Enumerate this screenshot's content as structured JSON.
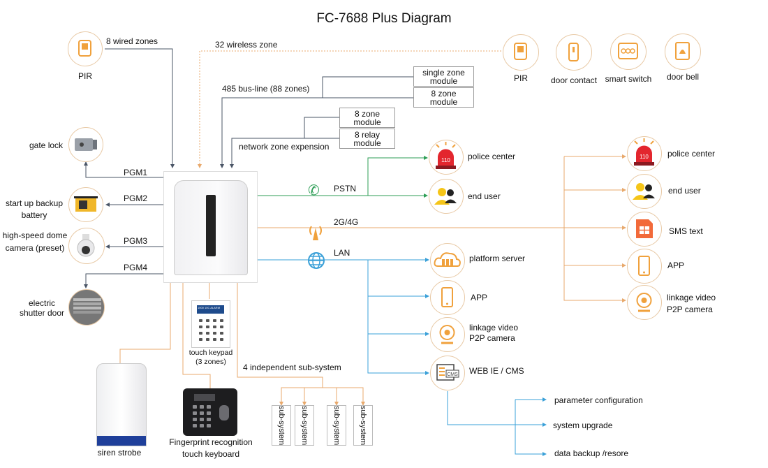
{
  "title": "FC-7688 Plus Diagram",
  "colors": {
    "wire_gray": "#4a5566",
    "wire_orange": "#e8a96c",
    "wire_green": "#2e9e56",
    "wire_blue": "#3aa0d8",
    "icon_orange": "#f0a13c",
    "icon_border": "#e8c9a5"
  },
  "top_inputs": {
    "pir_left": "PIR",
    "wired_zones": "8 wired zones",
    "wireless_zone": "32 wireless zone",
    "bus_line": "485 bus-line (88 zones)",
    "network_expansion": "network zone expension"
  },
  "modules": {
    "single_zone": "single zone\nmodule",
    "eight_zone_a": "8 zone\nmodule",
    "eight_zone_b": "8 zone\nmodule",
    "eight_relay": "8 relay\nmodule"
  },
  "wireless_devices": [
    {
      "label": "PIR",
      "icon": "pir-sensor-icon"
    },
    {
      "label": "door contact",
      "icon": "door-contact-icon"
    },
    {
      "label": "smart switch",
      "icon": "smart-switch-icon"
    },
    {
      "label": "door bell",
      "icon": "door-bell-icon"
    }
  ],
  "pgm": {
    "pgm1": "PGM1",
    "pgm2": "PGM2",
    "pgm3": "PGM3",
    "pgm4": "PGM4",
    "gate_lock": "gate lock",
    "backup_battery": "start up backup\nbattery",
    "dome_camera": "high-speed dome\ncamera (preset)",
    "shutter_door": "electric\nshutter door"
  },
  "bottom": {
    "touch_keypad": "touch keypad\n(3 zones)",
    "subsystem_caption": "4 independent sub-system",
    "subsystems": [
      "sub-system",
      "sub-system",
      "sub-system",
      "sub-system"
    ],
    "siren": "siren strobe",
    "fingerprint": "Fingerprint recognition\ntouch keyboard",
    "keypad_screen": "1000 10C ALARM"
  },
  "channels": {
    "pstn": "PSTN",
    "mobile": "2G/4G",
    "lan": "LAN"
  },
  "pstn_targets": [
    "police center",
    "end user"
  ],
  "lan_targets": [
    "platform server",
    "APP",
    "linkage video\nP2P camera",
    "WEB IE / CMS"
  ],
  "cms_functions": [
    "parameter configuration",
    "system upgrade",
    "data backup /resore"
  ],
  "mobile_targets": [
    "police center",
    "end user",
    "SMS text",
    "APP",
    "linkage video\nP2P camera"
  ],
  "icon_texts": {
    "police_badge": "110",
    "cms_badge": "CMS"
  }
}
